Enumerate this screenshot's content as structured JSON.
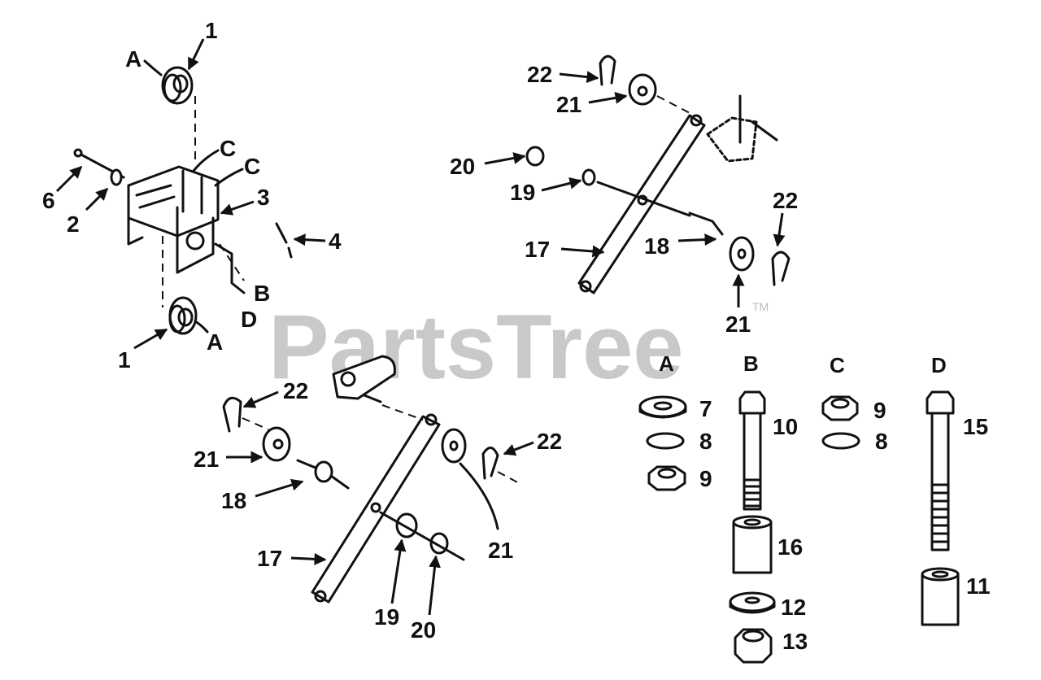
{
  "watermark": {
    "text": "PartsTree",
    "trademark": "TM"
  },
  "callouts": {
    "c1_top": "1",
    "c1_bot": "1",
    "c2": "2",
    "c3": "3",
    "c4": "4",
    "c6": "6",
    "cA_top": "A",
    "cA_bot": "A",
    "cB": "B",
    "cC1": "C",
    "cC2": "C",
    "cD": "D",
    "r22a": "22",
    "r21a": "21",
    "r20": "20",
    "r19": "19",
    "r17": "17",
    "r18": "18",
    "r22b": "22",
    "r21b": "21",
    "l22a": "22",
    "l21a": "21",
    "l18": "18",
    "l17": "17",
    "l19": "19",
    "l20": "20",
    "l21b": "21",
    "l22b": "22"
  },
  "legend": {
    "groups": [
      {
        "header": "A",
        "items": [
          "7",
          "8",
          "9"
        ]
      },
      {
        "header": "B",
        "items": [
          "10",
          "16",
          "12",
          "13"
        ]
      },
      {
        "header": "C",
        "items": [
          "9",
          "8"
        ]
      },
      {
        "header": "D",
        "items": [
          "15",
          "11"
        ]
      }
    ]
  }
}
